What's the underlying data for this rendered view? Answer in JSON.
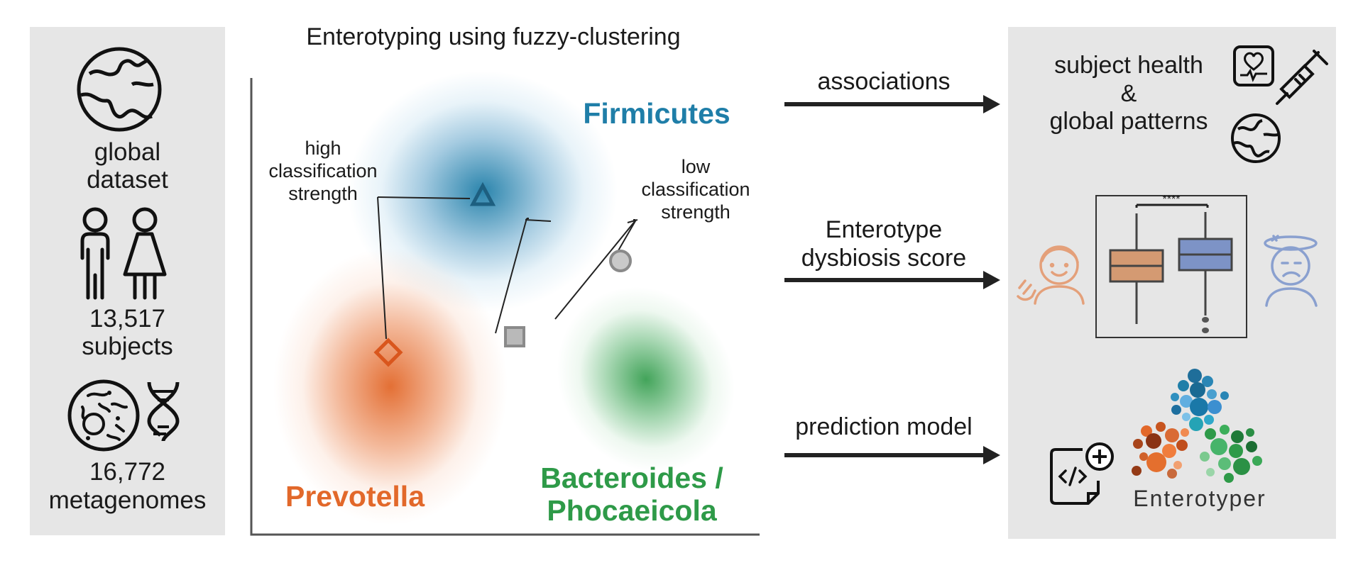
{
  "left_panel": {
    "dataset_label_1": "global",
    "dataset_label_2": "dataset",
    "subjects_count": "13,517",
    "subjects_label": "subjects",
    "metagenomes_count": "16,772",
    "metagenomes_label": "metagenomes",
    "icons": [
      "globe-icon",
      "people-icon",
      "microbe-icon",
      "dna-icon"
    ]
  },
  "middle_panel": {
    "title": "Enterotyping using fuzzy-clustering",
    "clusters": [
      {
        "name": "Firmicutes",
        "color": "#1f7ea8"
      },
      {
        "name_line1": "Bacteroides /",
        "name_line2": "Phocaeicola",
        "color": "#2e9a48"
      },
      {
        "name": "Prevotella",
        "color": "#e2682a"
      }
    ],
    "high_label": [
      "high",
      "classification",
      "strength"
    ],
    "low_label": [
      "low",
      "classification",
      "strength"
    ]
  },
  "arrows": [
    {
      "label": "associations"
    },
    {
      "label_line1": "Enterotype",
      "label_line2": "dysbiosis score"
    },
    {
      "label": "prediction model"
    }
  ],
  "right_panel": {
    "health_line1": "subject health",
    "health_line2": "&",
    "health_line3": "global patterns",
    "significance": "****",
    "box_colors": [
      "#d49a72",
      "#7d93c6"
    ],
    "tool_name": "Enterotyper",
    "icons": [
      "health-record-icon",
      "syringe-icon",
      "globe-icon",
      "happy-person-icon",
      "sick-person-icon",
      "code-file-icon"
    ]
  }
}
